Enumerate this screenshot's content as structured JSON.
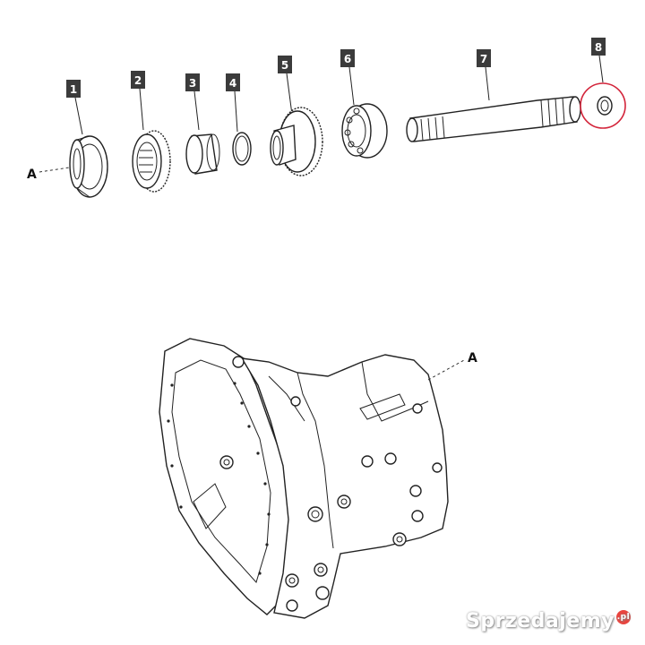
{
  "parts": [
    {
      "num": "1",
      "icon": "bearing-icon"
    },
    {
      "num": "2",
      "icon": "gear-hub-icon"
    },
    {
      "num": "3",
      "icon": "bushing-icon"
    },
    {
      "num": "4",
      "icon": "snap-ring-icon"
    },
    {
      "num": "5",
      "icon": "gear-icon"
    },
    {
      "num": "6",
      "icon": "ball-bearing-icon"
    },
    {
      "num": "7",
      "icon": "shaft-icon"
    },
    {
      "num": "8",
      "icon": "ring-icon"
    }
  ],
  "refs": {
    "top": "A",
    "housing": "A"
  },
  "watermark": {
    "text": "Sprzedajemy",
    "suffix": ".pl"
  },
  "colors": {
    "highlight": "#d3243a",
    "label_box": "#3b3b3b"
  }
}
